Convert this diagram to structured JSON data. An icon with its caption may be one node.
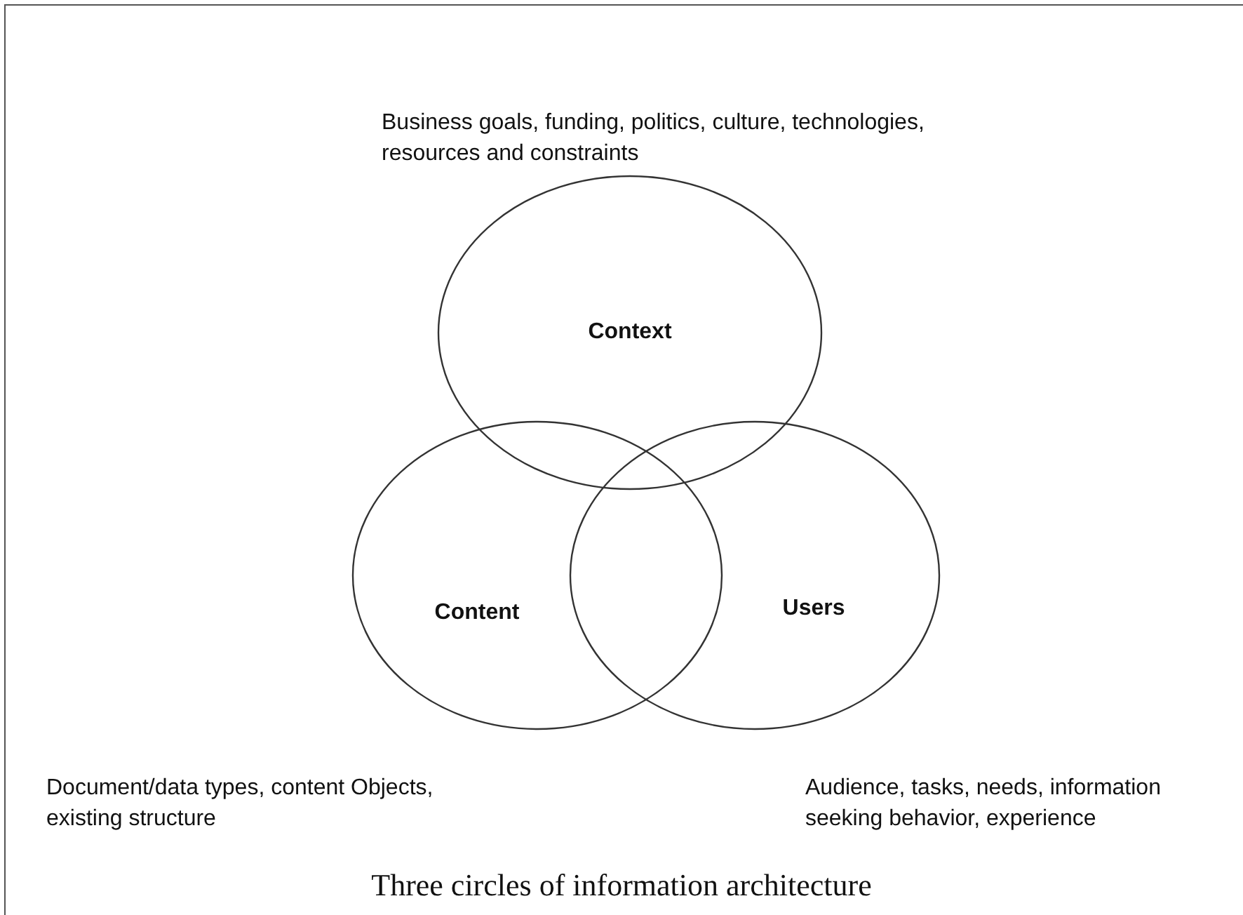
{
  "diagram": {
    "caption": "Three circles of information architecture",
    "nodes": [
      {
        "text": [
          "Context"
        ],
        "beside": [
          "Business goals, funding, politics, culture, technologies, resources and constraints"
        ]
      },
      {
        "text": [
          "Content"
        ],
        "beside": [
          "Document/data types, content Objects, existing structure"
        ]
      },
      {
        "text": [
          "Users"
        ],
        "beside": [
          "Audience, tasks, needs, information seeking behavior, experience"
        ]
      }
    ]
  }
}
